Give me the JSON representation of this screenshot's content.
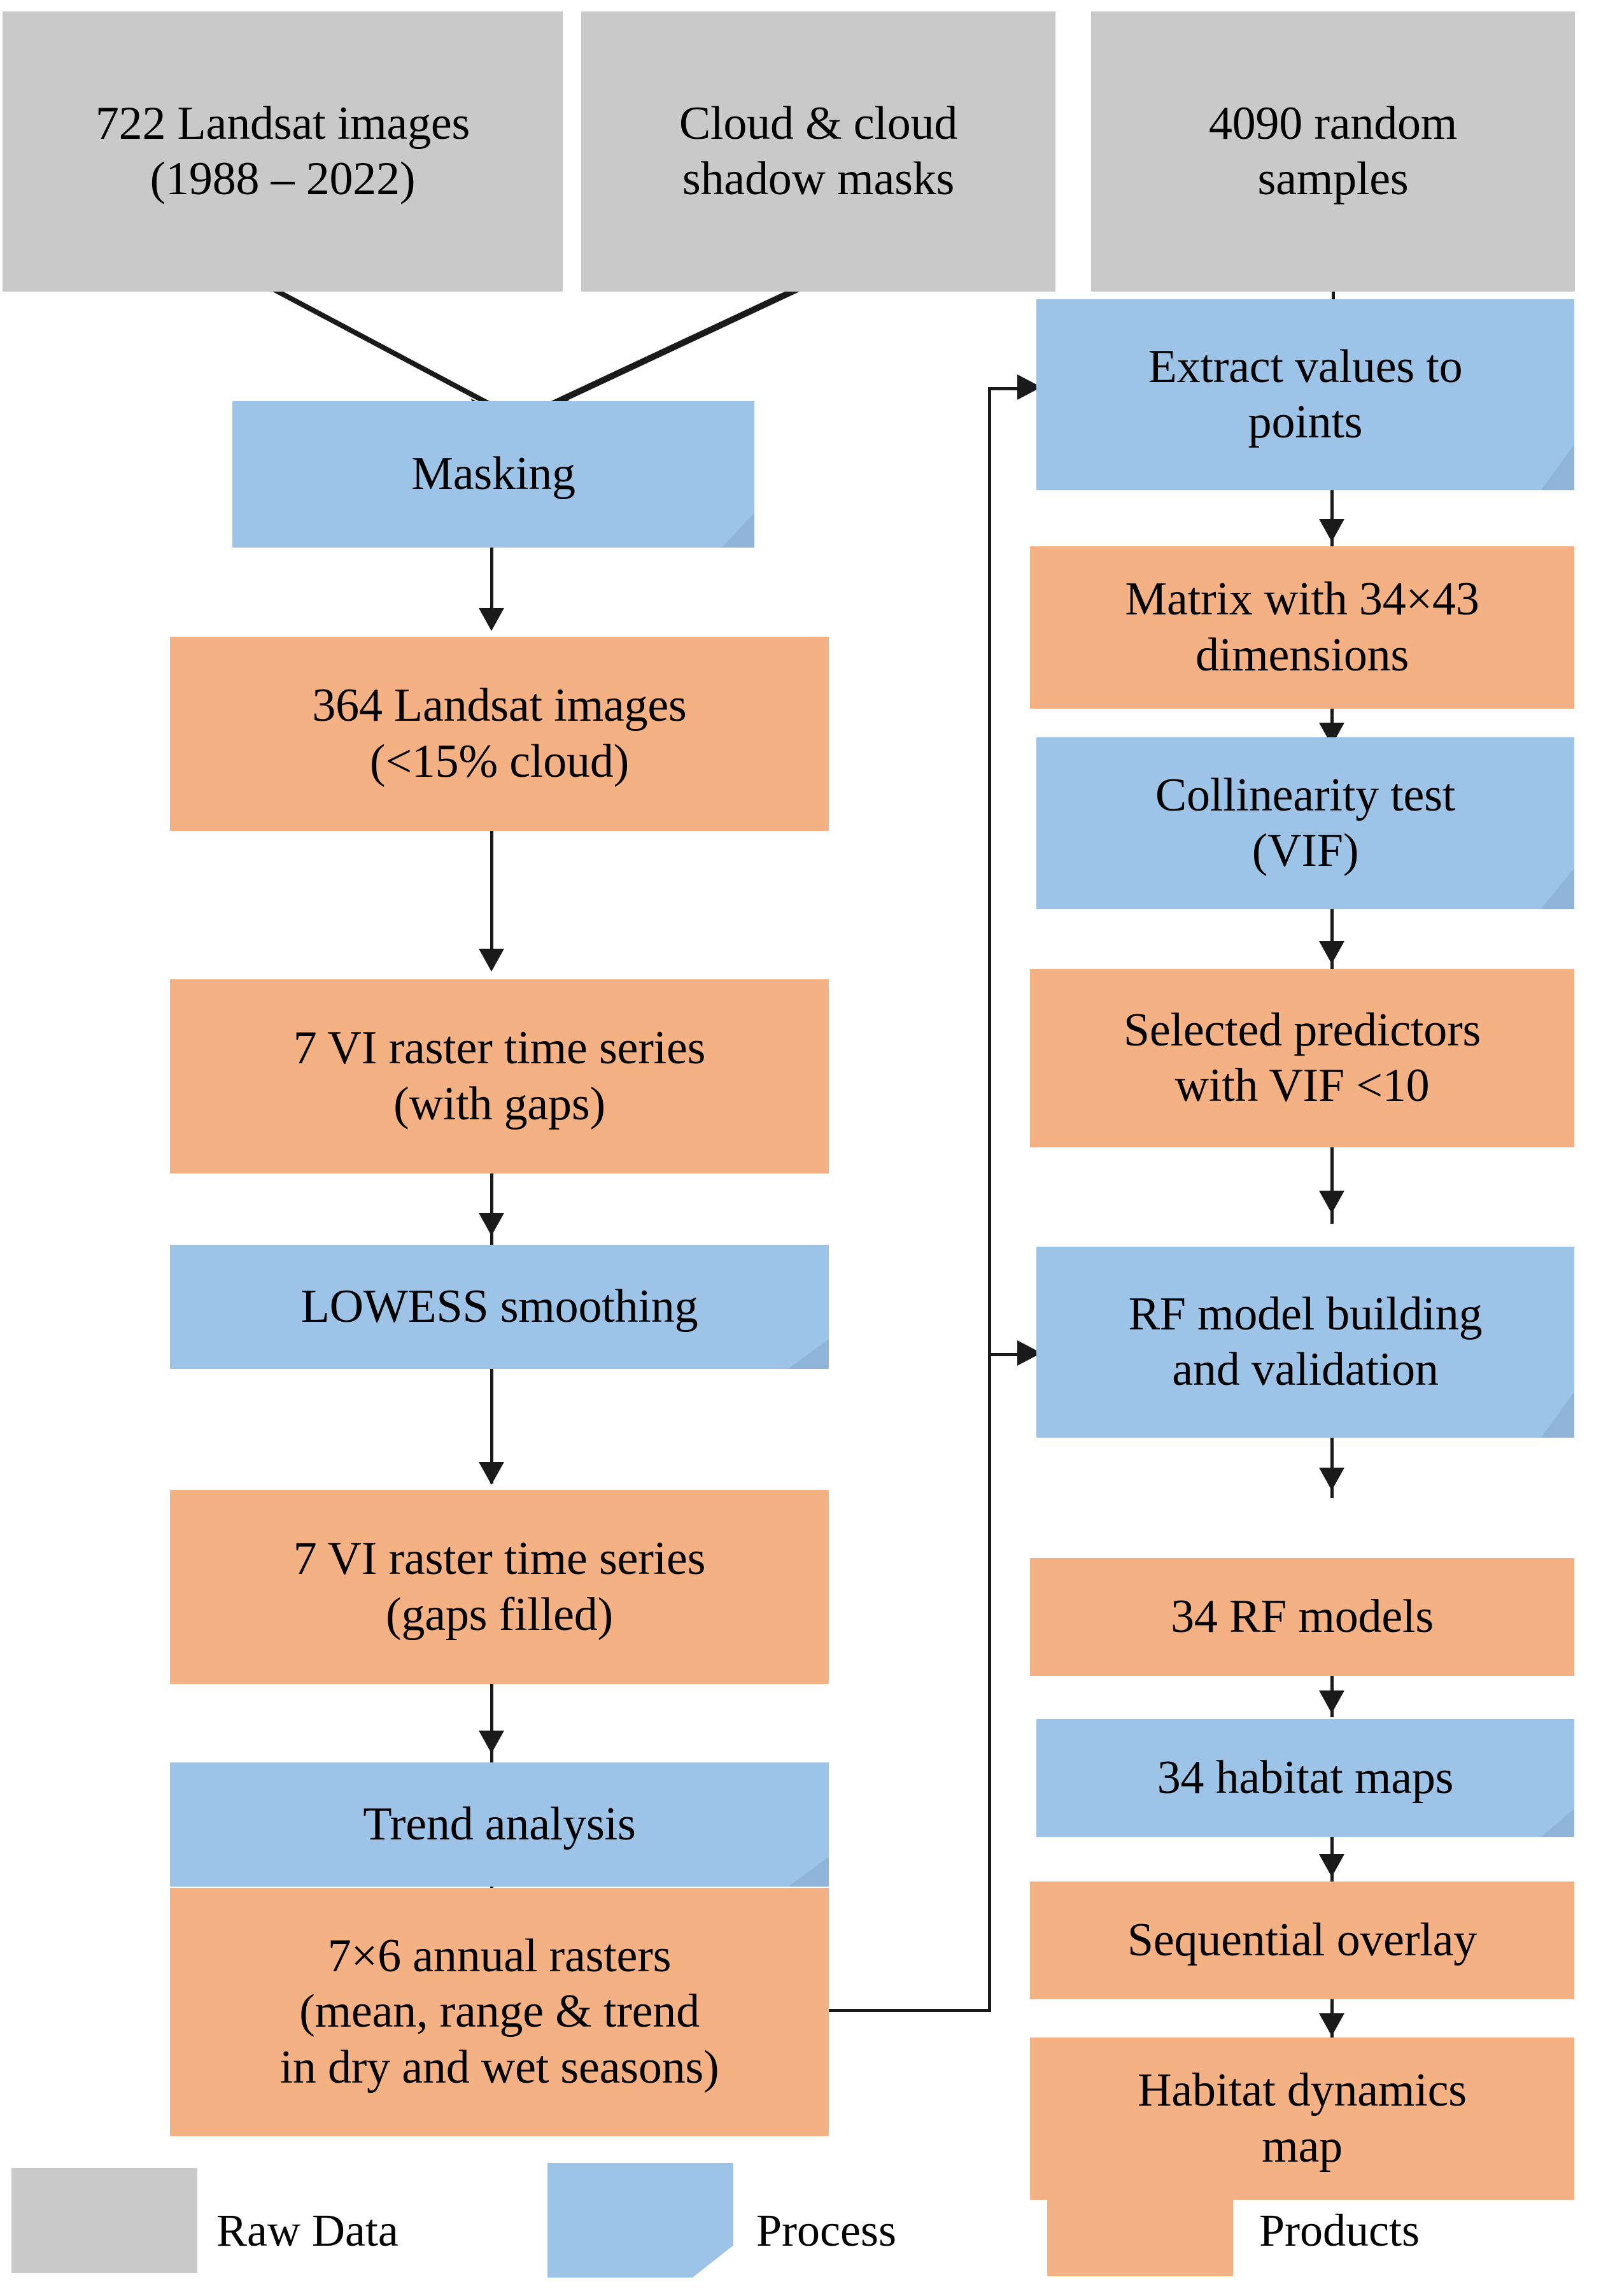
{
  "diagram": {
    "title": "Landsat habitat-dynamics processing workflow",
    "colors": {
      "raw_data": "#c9c9c9",
      "process": "#9dc3e6",
      "products": "#f4b183",
      "connector": "#1a1a1a",
      "background": "#ffffff"
    },
    "left_column": [
      {
        "id": "raw-landsat",
        "type": "raw",
        "label": "722 Landsat images\n(1988 – 2022)"
      },
      {
        "id": "masking",
        "type": "process",
        "label": "Masking"
      },
      {
        "id": "landsat-364",
        "type": "product",
        "label": "364 Landsat images\n(<15% cloud)"
      },
      {
        "id": "vi-gaps",
        "type": "product",
        "label": "7 VI raster time series\n(with gaps)"
      },
      {
        "id": "lowess",
        "type": "process",
        "label": "LOWESS smoothing"
      },
      {
        "id": "vi-filled",
        "type": "product",
        "label": "7 VI raster time series\n(gaps filled)"
      },
      {
        "id": "trend-analysis",
        "type": "process",
        "label": "Trend analysis"
      },
      {
        "id": "annual-rasters",
        "type": "product",
        "label": "7×6  annual rasters\n(mean, range & trend\nin dry and wet seasons)"
      }
    ],
    "top_middle": {
      "id": "cloud-masks",
      "type": "raw",
      "label": "Cloud & cloud\nshadow masks"
    },
    "right_column": [
      {
        "id": "random-samples",
        "type": "raw",
        "label": "4090 random\nsamples"
      },
      {
        "id": "extract-values",
        "type": "process",
        "label": "Extract values to\npoints"
      },
      {
        "id": "matrix",
        "type": "product",
        "label": "Matrix with 34×43\ndimensions"
      },
      {
        "id": "collinearity",
        "type": "process",
        "label": "Collinearity test\n(VIF)"
      },
      {
        "id": "selected-pred",
        "type": "product",
        "label": "Selected predictors\nwith VIF <10"
      },
      {
        "id": "rf-model",
        "type": "process",
        "label": "RF model building\nand validation"
      },
      {
        "id": "rf-models-34",
        "type": "product",
        "label": "34 RF models"
      },
      {
        "id": "habitat-maps-34",
        "type": "process",
        "label": "34 habitat maps"
      },
      {
        "id": "seq-overlay",
        "type": "product",
        "label": "Sequential overlay"
      },
      {
        "id": "habitat-dynamics",
        "type": "product",
        "label": "Habitat dynamics\nmap"
      }
    ],
    "legend": [
      {
        "id": "legend-raw",
        "type": "raw",
        "label": "Raw Data"
      },
      {
        "id": "legend-process",
        "type": "process",
        "label": "Process"
      },
      {
        "id": "legend-product",
        "type": "product",
        "label": "Products"
      }
    ]
  }
}
